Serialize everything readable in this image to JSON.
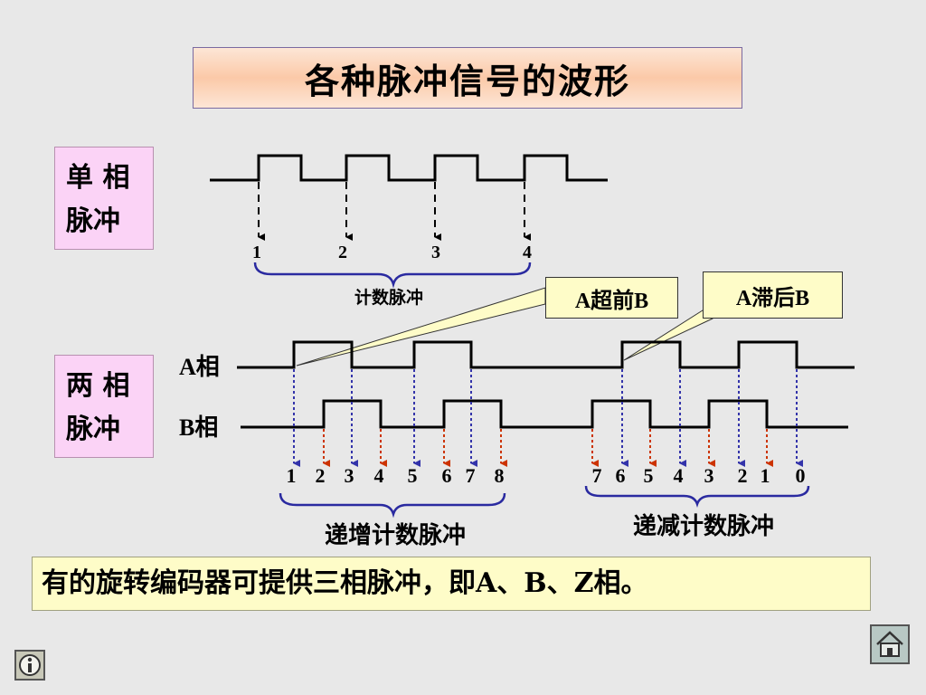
{
  "title": "各种脉冲信号的波形",
  "single_phase": {
    "label_line1": "单 相",
    "label_line2": "脉冲",
    "counts": [
      "1",
      "2",
      "3",
      "4"
    ],
    "brace_label": "计数脉冲"
  },
  "two_phase": {
    "label_line1": "两 相",
    "label_line2": "脉冲",
    "phase_a": "A相",
    "phase_b": "B相",
    "callout_lead": "A超前B",
    "callout_lag": "A滞后B",
    "up_counts": [
      "1",
      "2",
      "3",
      "4",
      "5",
      "6",
      "7",
      "8"
    ],
    "down_counts": [
      "7",
      "6",
      "5",
      "4",
      "3",
      "2",
      "1",
      "0"
    ],
    "up_label": "递增计数脉冲",
    "down_label": "递减计数脉冲"
  },
  "note": "有的旋转编码器可提供三相脉冲，即A、B、Z相。",
  "colors": {
    "arrow_blue": "#3333aa",
    "arrow_red": "#cc3300",
    "brace": "#2a2aa0"
  },
  "icons": {
    "info": "info-icon",
    "home": "home-icon"
  }
}
